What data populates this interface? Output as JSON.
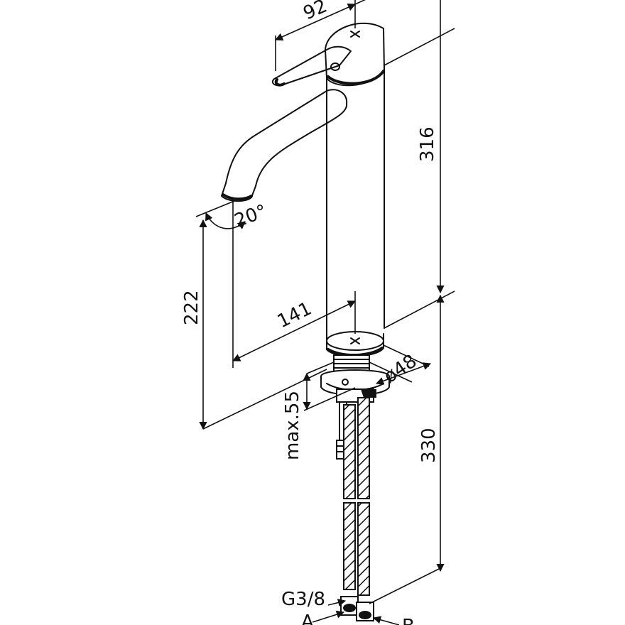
{
  "dimensions": {
    "lever_length": "92",
    "total_height": "316",
    "spout_height": "222",
    "spout_reach": "141",
    "swivel_angle": "20°",
    "base_diameter": "ø48",
    "max_deck_thickness": "max.55",
    "hose_length": "330",
    "thread": "G3/8",
    "inlet_a": "A",
    "inlet_b": "B"
  },
  "colors": {
    "line": "#111111",
    "background": "#ffffff"
  }
}
